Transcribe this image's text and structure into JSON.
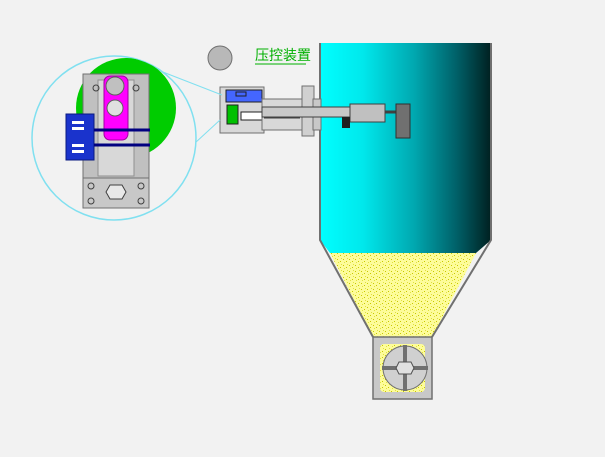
{
  "diagram": {
    "device_label": "压控装置",
    "colors": {
      "background": "#f2f2f2",
      "silo_light": "#00ffff",
      "silo_dark": "#002020",
      "material": "#fdfc9a",
      "material_speckle": "#c8c800",
      "inset_green": "#00cc00",
      "inset_magenta": "#ff00ff",
      "inset_blue": "#1a33cc",
      "metal": "#c0c0c0",
      "label_green": "#00b000",
      "inset_ring": "#80e0f0"
    },
    "parts": [
      "silo",
      "hopper",
      "rotary-valve",
      "pressure-control-device",
      "level-probe-shaft",
      "detail-magnifier",
      "indicator-ball"
    ]
  }
}
